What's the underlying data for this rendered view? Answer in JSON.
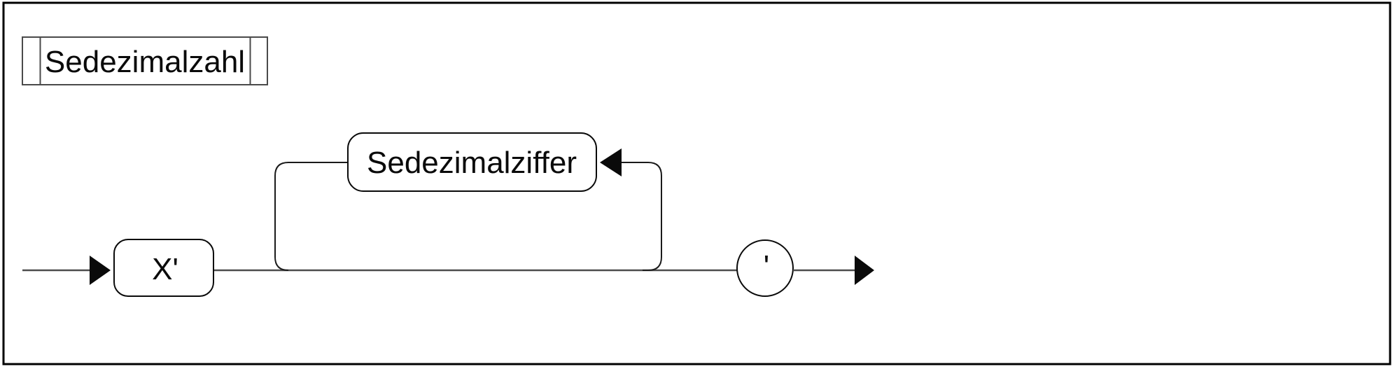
{
  "railroad": {
    "rule_name": "Sedezimalzahl",
    "start_terminal": "X'",
    "loop_nonterminal": "Sedezimalziffer",
    "end_terminal": "'"
  },
  "colors": {
    "background": "#ffffff",
    "page_border": "#000000",
    "main_line": "#4d4d4d",
    "loop_line": "#1a1a1a",
    "shape_stroke": "#0a0a0a",
    "text": "#0a0a0a"
  }
}
